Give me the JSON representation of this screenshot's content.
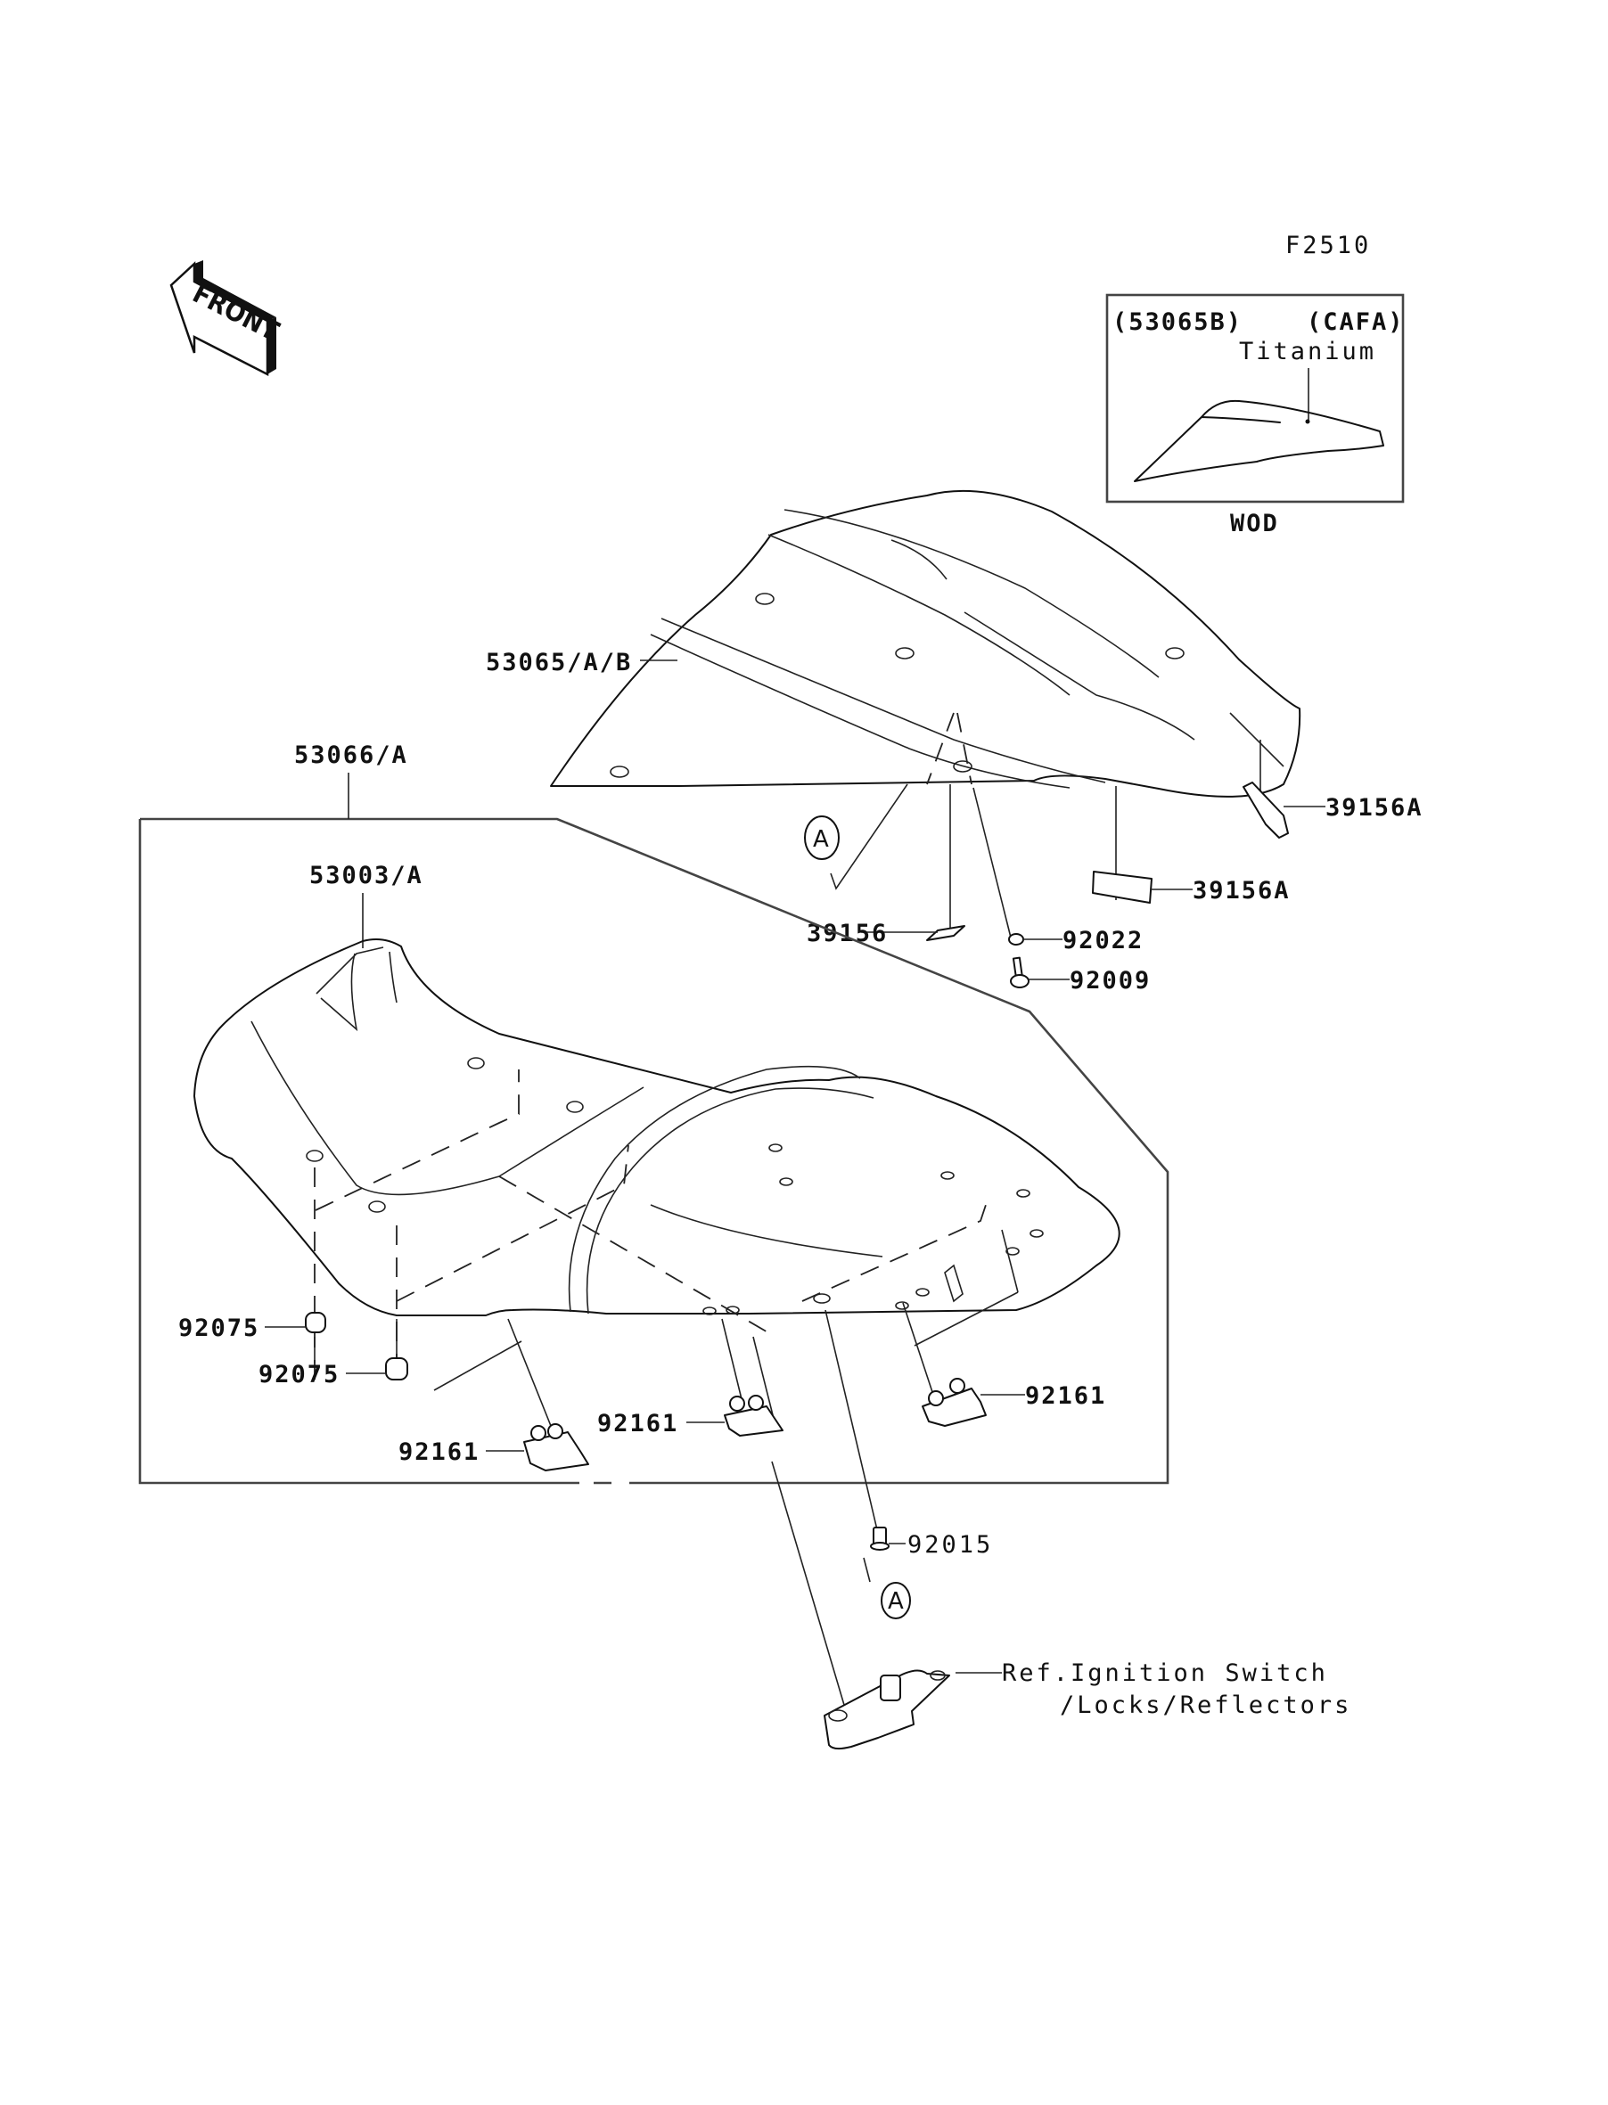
{
  "diagram": {
    "figure_code": "F2510",
    "front_arrow_label": "FRONT",
    "inset": {
      "part_code": "(53065B)",
      "color_code": "(CAFA)",
      "color_name": "Titanium",
      "variant": "WOD"
    },
    "callouts": {
      "seat_cover": "53065/A/B",
      "seat_assy": "53066/A",
      "seat": "53003/A",
      "tag_39156": "39156",
      "tag_39156A_upper": "39156A",
      "tag_39156A_lower": "39156A",
      "washer": "92022",
      "bolt": "92009",
      "damper_left": "92075",
      "damper_right": "92075",
      "hook_left": "92161",
      "hook_center": "92161",
      "hook_right": "92161",
      "collar": "92015",
      "ref_line1": "Ref.Ignition Switch",
      "ref_line2": "/Locks/Reflectors"
    },
    "reference_marks": {
      "upper": "A",
      "lower": "A"
    }
  }
}
